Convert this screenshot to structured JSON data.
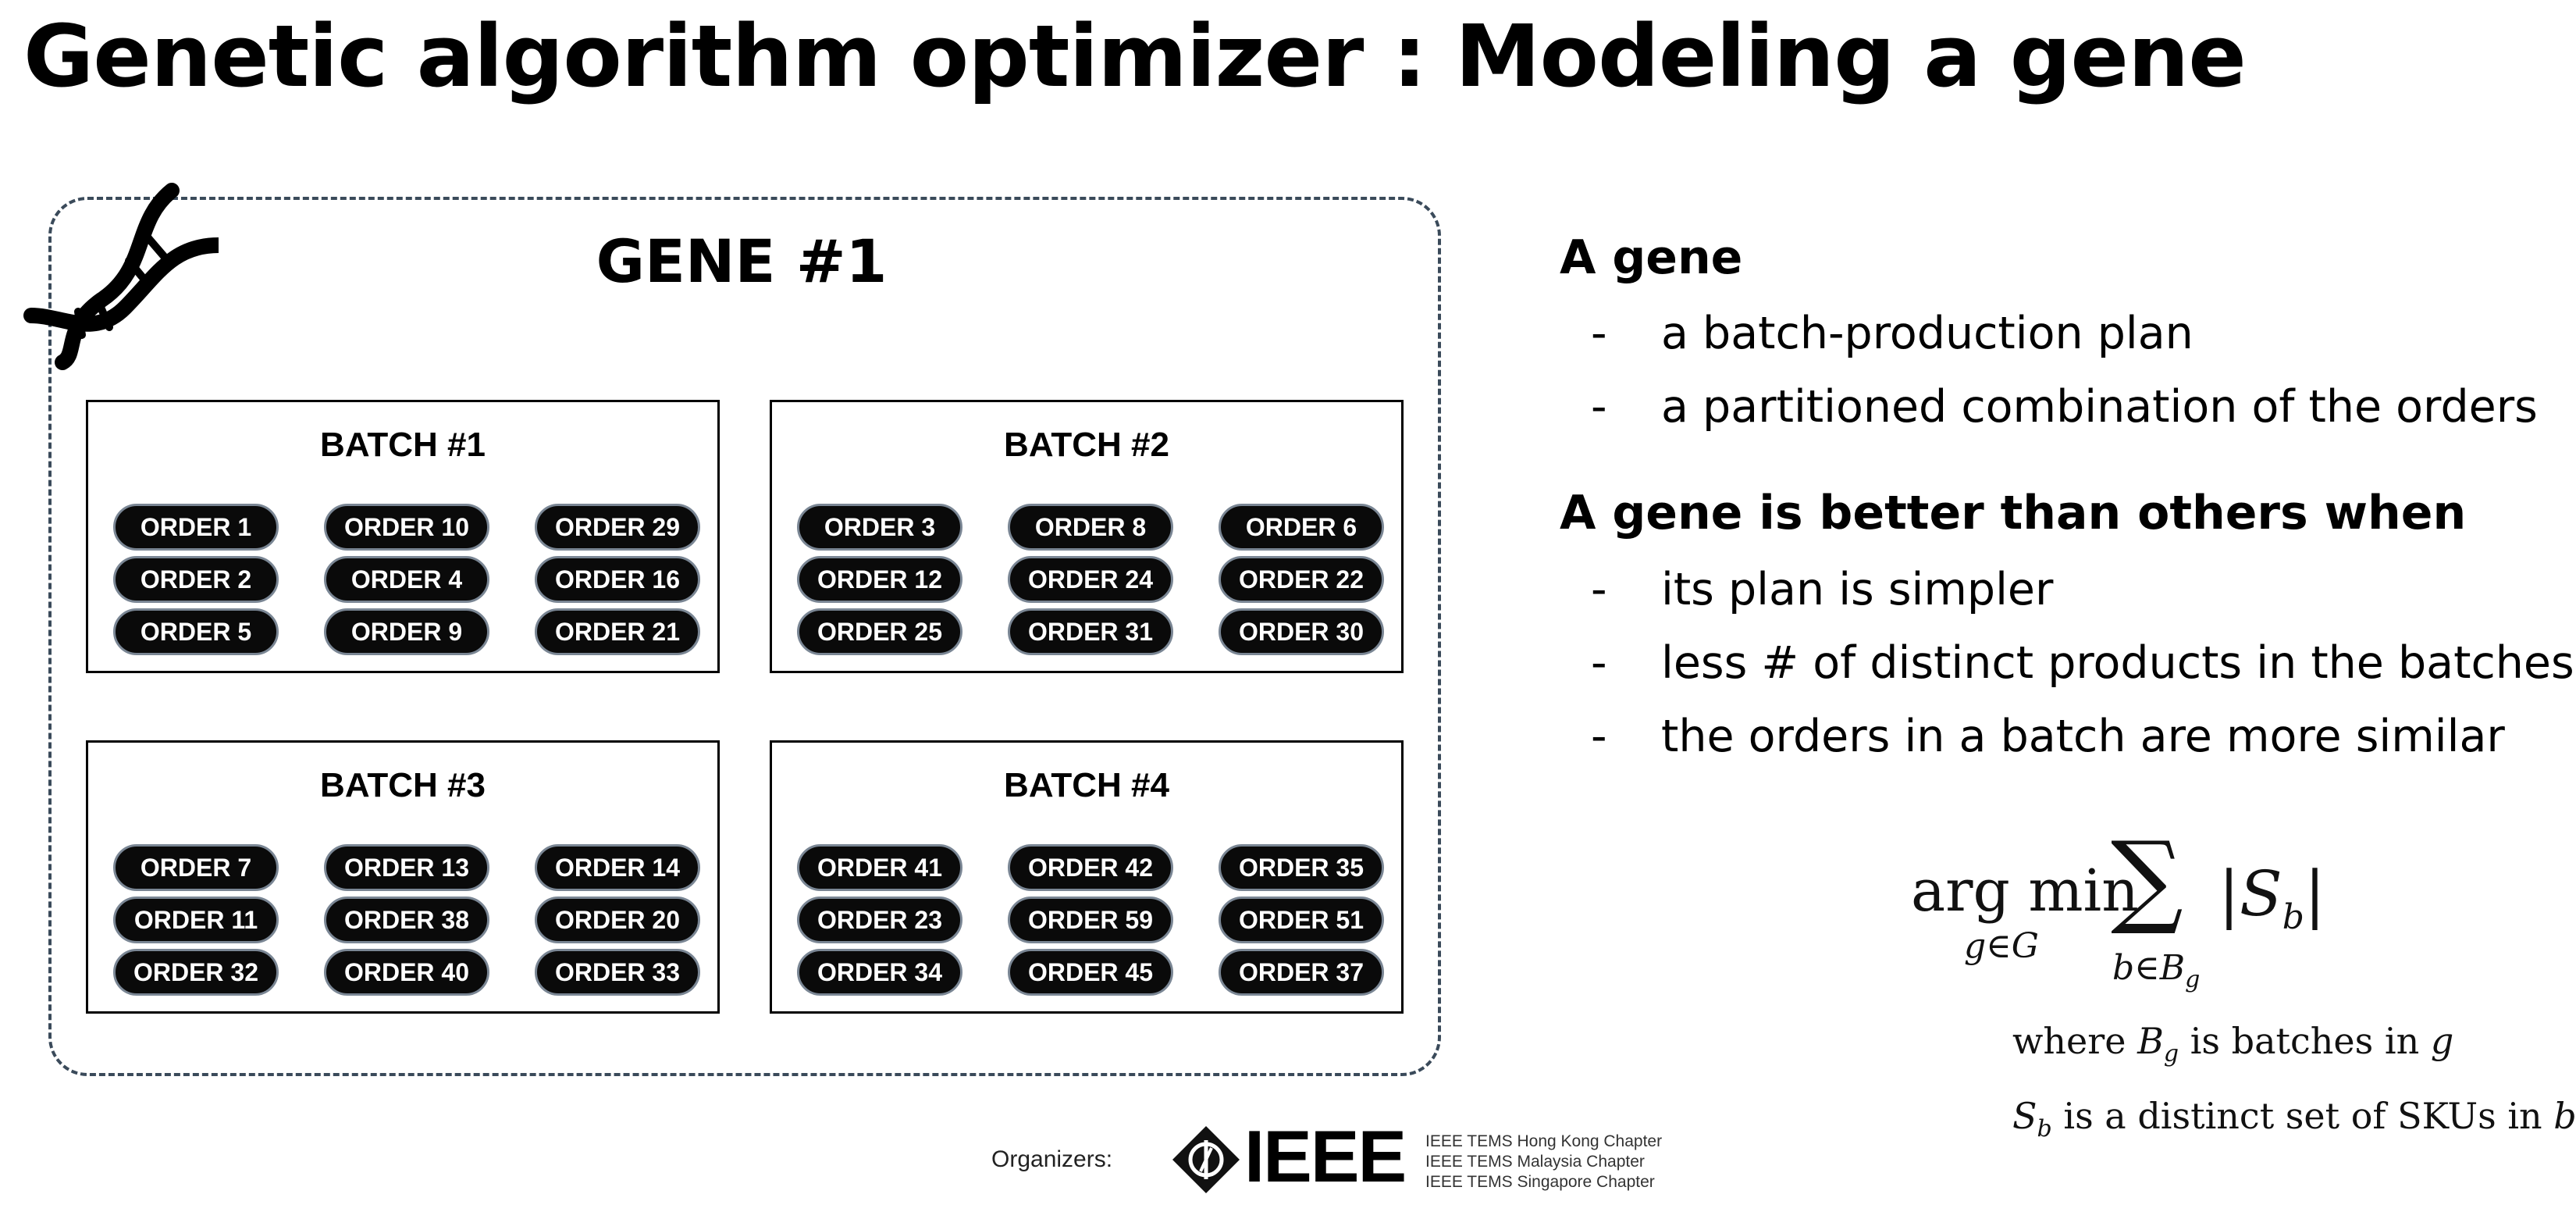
{
  "title": "Genetic algorithm optimizer : Modeling a gene",
  "gene": {
    "label": "GENE #1",
    "batches": [
      {
        "title": "BATCH #1",
        "orders": [
          "ORDER 1",
          "ORDER 10",
          "ORDER 29",
          "ORDER 2",
          "ORDER 4",
          "ORDER 16",
          "ORDER 5",
          "ORDER 9",
          "ORDER 21"
        ]
      },
      {
        "title": "BATCH #2",
        "orders": [
          "ORDER 3",
          "ORDER 8",
          "ORDER 6",
          "ORDER 12",
          "ORDER 24",
          "ORDER 22",
          "ORDER 25",
          "ORDER 31",
          "ORDER 30"
        ]
      },
      {
        "title": "BATCH #3",
        "orders": [
          "ORDER 7",
          "ORDER 13",
          "ORDER 14",
          "ORDER 11",
          "ORDER 38",
          "ORDER 20",
          "ORDER 32",
          "ORDER 40",
          "ORDER 33"
        ]
      },
      {
        "title": "BATCH #4",
        "orders": [
          "ORDER 41",
          "ORDER 42",
          "ORDER 35",
          "ORDER 23",
          "ORDER 59",
          "ORDER 51",
          "ORDER 34",
          "ORDER 45",
          "ORDER 37"
        ]
      }
    ]
  },
  "definition": {
    "heading": "A gene",
    "bullets": [
      "a batch-production plan",
      "a partitioned combination of the orders"
    ]
  },
  "criteria": {
    "heading": "A gene is better than others when",
    "bullets": [
      "its plan is simpler",
      "less # of distinct products in the batches",
      "the orders in a batch are more similar"
    ]
  },
  "bullet_dash": "-",
  "formula": {
    "argmin": "arg min",
    "argmin_sub": "g∈G",
    "sum_symbol": "∑",
    "sum_sub_b": "b∈B",
    "sum_sub_g": "g",
    "abs_open": "|S",
    "abs_sub": "b",
    "abs_close": "|",
    "where_line_1": {
      "word": "where ",
      "var": "B",
      "var_sub": "g",
      "text": " is batches in ",
      "var2": "g"
    },
    "where_line_2": {
      "var": "S",
      "var_sub": "b",
      "text": " is a distinct set of SKUs in ",
      "var2": "b"
    }
  },
  "footer": {
    "organizers_label": "Organizers:",
    "ieee": "IEEE",
    "chapters": [
      "IEEE TEMS Hong Kong Chapter",
      "IEEE TEMS Malaysia Chapter",
      "IEEE TEMS Singapore Chapter"
    ]
  },
  "icons": {
    "dna": "dna-icon",
    "ieee_mark": "ieee-diamond-logo"
  }
}
